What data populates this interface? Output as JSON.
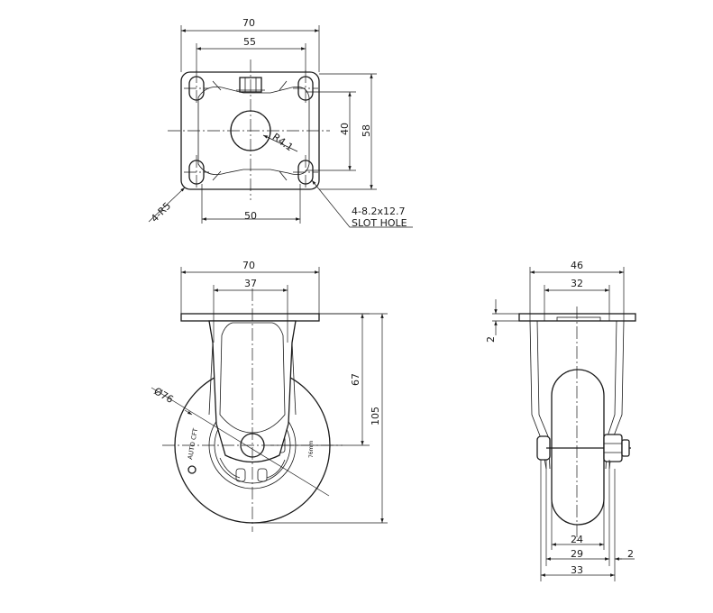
{
  "top_view": {
    "plate_width": "70",
    "hole_spacing_x": "55",
    "hole_spacing_y": "40",
    "plate_length": "58",
    "slot_spacing_bottom": "50",
    "center_radius": "R4.1",
    "corner_radius": "4-R5",
    "slot_spec": "4-8.2x12.7",
    "slot_label": "SLOT HOLE"
  },
  "front_view": {
    "plate_width": "70",
    "fork_width": "37",
    "axle_height": "67",
    "total_height": "105",
    "wheel_diameter": "Ø76",
    "brand_text": "AUTO CFT",
    "wheel_size_text": "76mm"
  },
  "side_view": {
    "plate_width": "46",
    "fork_inner": "32",
    "plate_thickness": "2",
    "wheel_width": "24",
    "hub_width": "29",
    "total_width": "33",
    "fork_thickness": "2"
  }
}
